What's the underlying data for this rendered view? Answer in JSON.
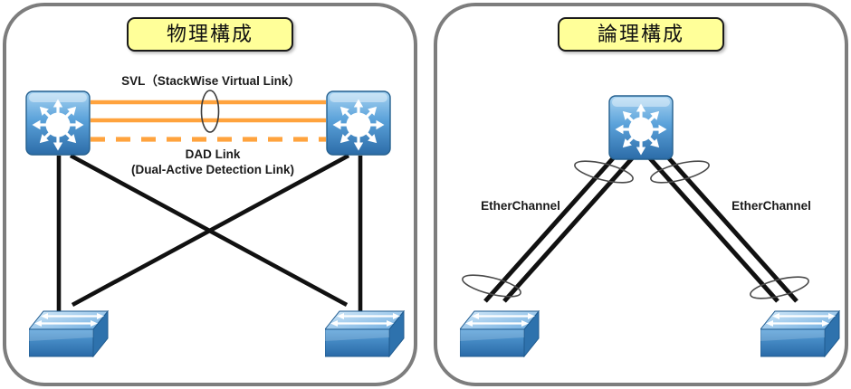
{
  "panels": {
    "physical": {
      "title": "物理構成",
      "svl_label": "SVL（StackWise Virtual Link）",
      "dad_label_line1": "DAD Link",
      "dad_label_line2": "(Dual-Active Detection Link)"
    },
    "logical": {
      "title": "論理構成",
      "etherchannel_left_label": "EtherChannel",
      "etherchannel_right_label": "EtherChannel"
    }
  },
  "icons": {
    "core_switch": "layer3-switch-icon",
    "access_switch": "workgroup-switch-icon",
    "link_bundle": "bundle-ellipse-icon"
  },
  "colors": {
    "panel_border": "#7D7D7D",
    "title_bg": "#FFFF99",
    "title_border": "#1A1A1A",
    "svl_orange": "#FFA33E",
    "link_black": "#111111",
    "switch_blue_light": "#9CCEF0",
    "switch_blue_dark": "#2C6CA8"
  }
}
